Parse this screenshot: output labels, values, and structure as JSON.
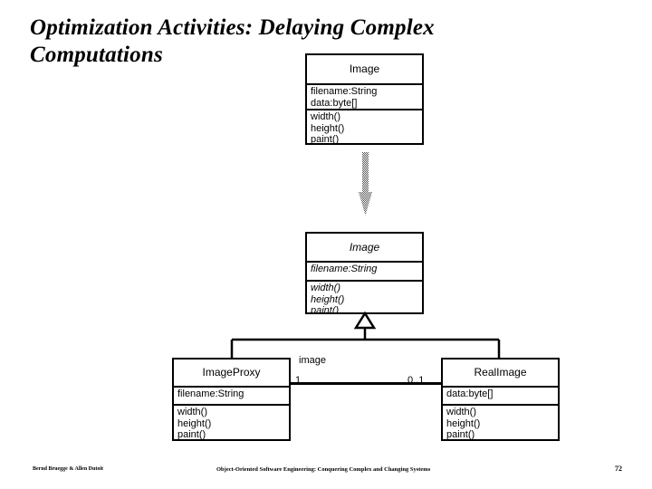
{
  "slide": {
    "title": "Optimization Activities: Delaying Complex Computations",
    "background_color": "#ffffff",
    "line_color": "#000000"
  },
  "diagram": {
    "type": "uml-class-diagram",
    "classes": [
      {
        "id": "image-top",
        "name": "Image",
        "abstract": false,
        "attributes": [
          "filename:String",
          "data:byte[]"
        ],
        "operations": [
          "width()",
          "height()",
          "paint()"
        ]
      },
      {
        "id": "image-mid",
        "name": "Image",
        "abstract": true,
        "attributes": [
          "filename:String"
        ],
        "operations": [
          "width()",
          "height()",
          "paint()"
        ]
      },
      {
        "id": "imageproxy",
        "name": "ImageProxy",
        "abstract": false,
        "attributes": [
          "filename:String"
        ],
        "operations": [
          "width()",
          "height()",
          "paint()"
        ]
      },
      {
        "id": "realimage",
        "name": "RealImage",
        "abstract": false,
        "attributes": [
          "data:byte[]"
        ],
        "operations": [
          "width()",
          "height()",
          "paint()"
        ]
      }
    ],
    "relationships": {
      "refinement": {
        "label": "",
        "icon": "down-arrow-icon",
        "from": "image-top",
        "to": "image-mid"
      },
      "generalization": {
        "icon": "hollow-triangle-icon",
        "parent": "image-mid",
        "children": [
          "imageproxy",
          "realimage"
        ]
      },
      "association": {
        "role_name": "image",
        "multiplicity_source": "1",
        "multiplicity_target": "0..1",
        "from": "imageproxy",
        "to": "realimage"
      }
    }
  },
  "footer": {
    "authors": "Bernd Bruegge & Allen Dutoit",
    "book_title": "Object-Oriented Software Engineering: Conquering Complex and Changing Systems",
    "page_number": "72"
  }
}
